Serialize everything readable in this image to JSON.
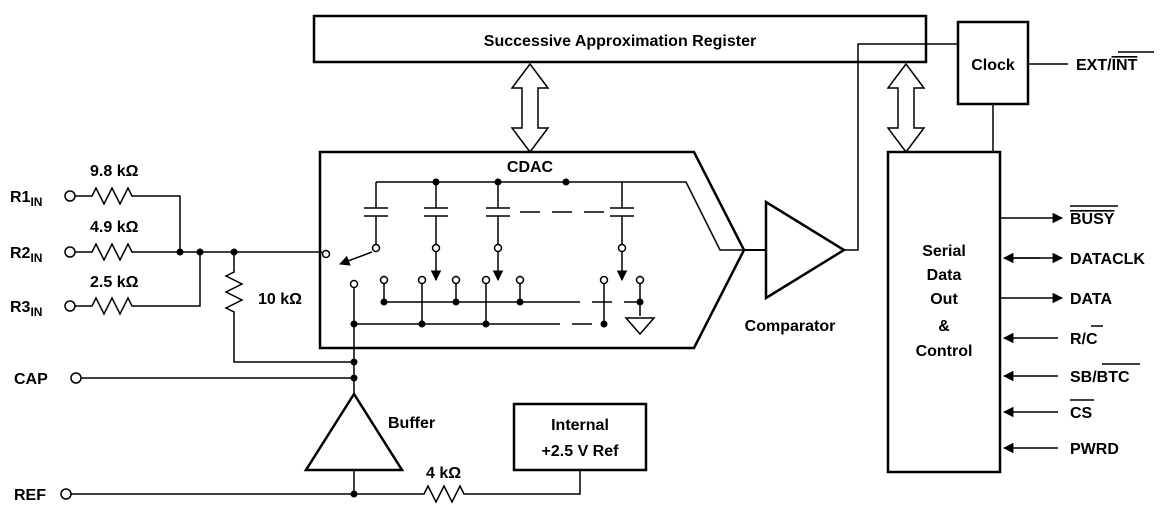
{
  "blocks": {
    "sar": "Successive Approximation Register",
    "clock": "Clock",
    "cdac": "CDAC",
    "comparator": "Comparator",
    "buffer": "Buffer",
    "ref_line1": "Internal",
    "ref_line2": "+2.5 V Ref",
    "serial": [
      "Serial",
      "Data",
      "Out",
      "&",
      "Control"
    ]
  },
  "inputs": {
    "r1": {
      "main": "R1",
      "sub": "IN"
    },
    "r2": {
      "main": "R2",
      "sub": "IN"
    },
    "r3": {
      "main": "R3",
      "sub": "IN"
    },
    "cap": "CAP",
    "ref": "REF"
  },
  "resistors": {
    "r1": "9.8 kΩ",
    "r2": "4.9 kΩ",
    "r3": "2.5 kΩ",
    "shunt": "10 kΩ",
    "ref": "4 kΩ"
  },
  "pins": {
    "ext_int": {
      "a": "EXT/",
      "b": "INT",
      "b_overline": true
    },
    "busy": {
      "text": "BUSY",
      "overline": true,
      "direction": "output"
    },
    "dataclk": {
      "text": "DATACLK",
      "direction": "bidirectional"
    },
    "data": {
      "text": "DATA",
      "direction": "output"
    },
    "rc": {
      "a": "R/",
      "b": "C",
      "b_overline": true,
      "direction": "input"
    },
    "sbbtc": {
      "a": "SB/",
      "b": "BTC",
      "b_overline": true,
      "direction": "input"
    },
    "cs": {
      "text": "CS",
      "overline": true,
      "direction": "input"
    },
    "pwrd": {
      "text": "PWRD",
      "direction": "input"
    }
  }
}
